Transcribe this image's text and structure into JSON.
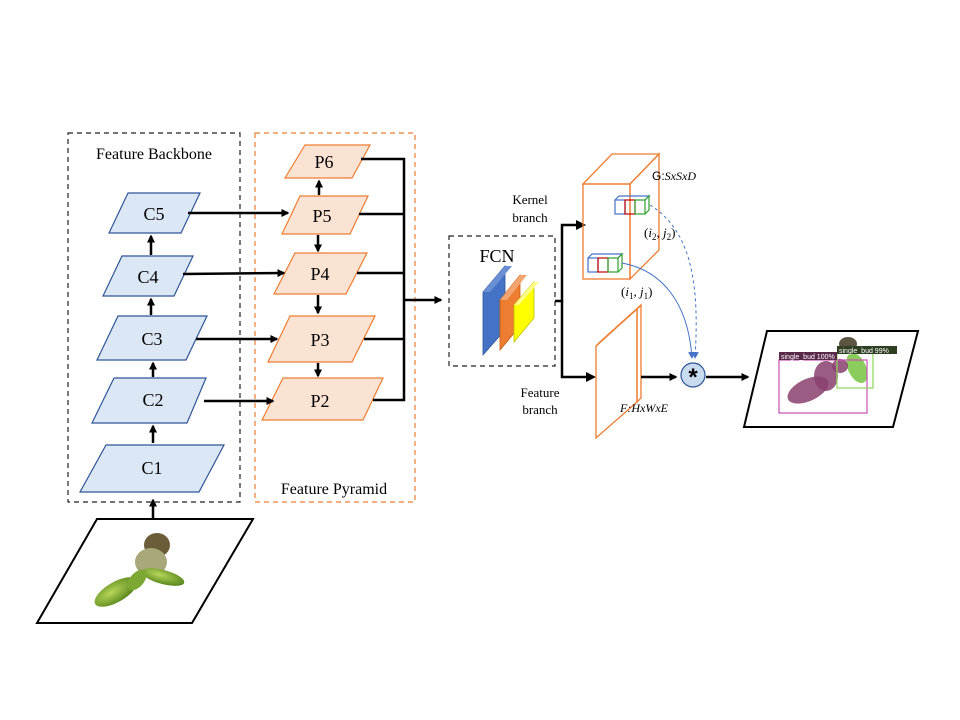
{
  "backbone": {
    "title": "Feature Backbone",
    "levels": [
      "C1",
      "C2",
      "C3",
      "C4",
      "C5"
    ]
  },
  "pyramid": {
    "title": "Feature Pyramid",
    "levels": [
      "P2",
      "P3",
      "P4",
      "P5",
      "P6"
    ]
  },
  "fcn": {
    "label": "FCN"
  },
  "kernel_branch": {
    "label_line1": "Kernel",
    "label_line2": "branch"
  },
  "feature_branch": {
    "label_line1": "Feature",
    "label_line2": "branch"
  },
  "kernel_tensor": {
    "label_prefix": "G:",
    "label_math": "SxSxD"
  },
  "feature_tensor": {
    "label_prefix": "F:",
    "label_math": "HxWxE"
  },
  "positions": {
    "p2": {
      "i": "i",
      "i_sub": "2",
      "j": "j",
      "j_sub": "2"
    },
    "p1": {
      "i": "i",
      "i_sub": "1",
      "j": "j",
      "j_sub": "1"
    }
  },
  "operator": {
    "symbol": "*"
  },
  "output": {
    "detections": [
      {
        "label": "single_bud 100%",
        "color": "#c94fb5"
      },
      {
        "label": "single_bud 99%",
        "color": "#8fd65a"
      }
    ]
  },
  "colors": {
    "backbone_fill": "#dbe7f5",
    "backbone_stroke": "#2f5597",
    "pyramid_fill": "#fbe3d4",
    "pyramid_stroke": "#ed7d31",
    "fcn_blue": "#4472c4",
    "fcn_orange": "#ed7d31",
    "fcn_yellow": "#ffff00",
    "operator_fill": "#c9dcef",
    "arrow_thin": "#4472c4"
  }
}
